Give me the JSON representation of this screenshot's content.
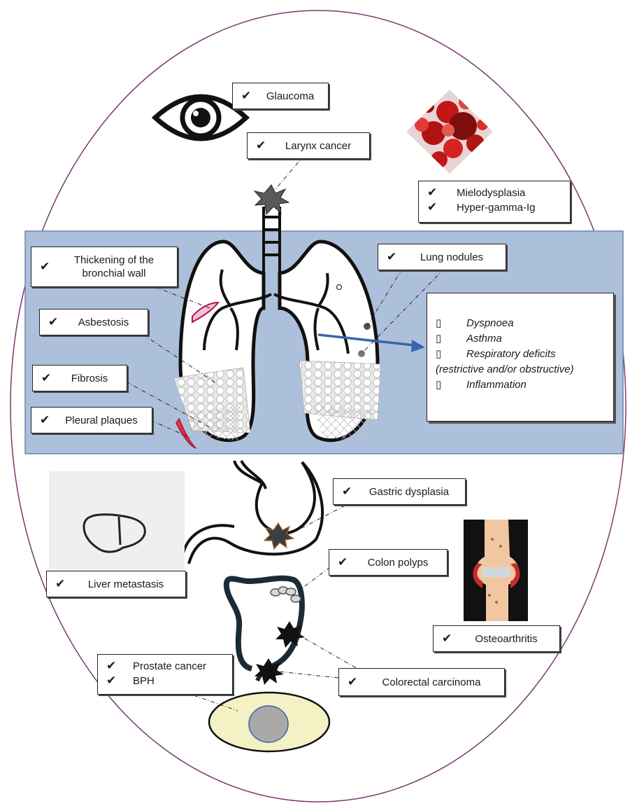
{
  "check_glyph": "✔",
  "symptom_bullet": "▯",
  "colors": {
    "ellipse_stroke": "#7a3a72",
    "panel_fill": "#adc0db",
    "panel_stroke": "#6f86a8",
    "arrow": "#3b65ad",
    "lesion": "#3e3e3e",
    "plaque": "#d11a3c",
    "blood_cell": "#c31616",
    "bladder_fill": "#f4f1c4",
    "prostate_fill": "#a9a9a9"
  },
  "labels": {
    "glaucoma": "Glaucoma",
    "larynx_cancer": "Larynx cancer",
    "mielodysplasia": "Mielodysplasia",
    "hyper_gamma": "Hyper-gamma-Ig",
    "thickening_line1": "Thickening of the",
    "thickening_line2": "bronchial wall",
    "asbestosis": "Asbestosis",
    "fibrosis": "Fibrosis",
    "pleural_plaques": "Pleural plaques",
    "lung_nodules": "Lung nodules",
    "gastric_dysplasia": "Gastric dysplasia",
    "liver_metastasis": "Liver metastasis",
    "colon_polyps": "Colon polyps",
    "osteoarthritis": "Osteoarthritis",
    "prostate_cancer": "Prostate cancer",
    "bph": "BPH",
    "colorectal_carcinoma": "Colorectal carcinoma"
  },
  "symptoms": [
    "Dyspnoea",
    "Asthma",
    "Respiratory deficits"
  ],
  "symptoms_note": "(restrictive and/or obstructive)",
  "symptoms_last": "Inflammation",
  "icons": [
    "eye-icon",
    "blood-cells-icon",
    "trachea-icon",
    "lungs-icon",
    "stomach-icon",
    "liver-icon",
    "colon-icon",
    "knee-joint-icon",
    "bladder-prostate-icon",
    "tumor-star-icon"
  ]
}
